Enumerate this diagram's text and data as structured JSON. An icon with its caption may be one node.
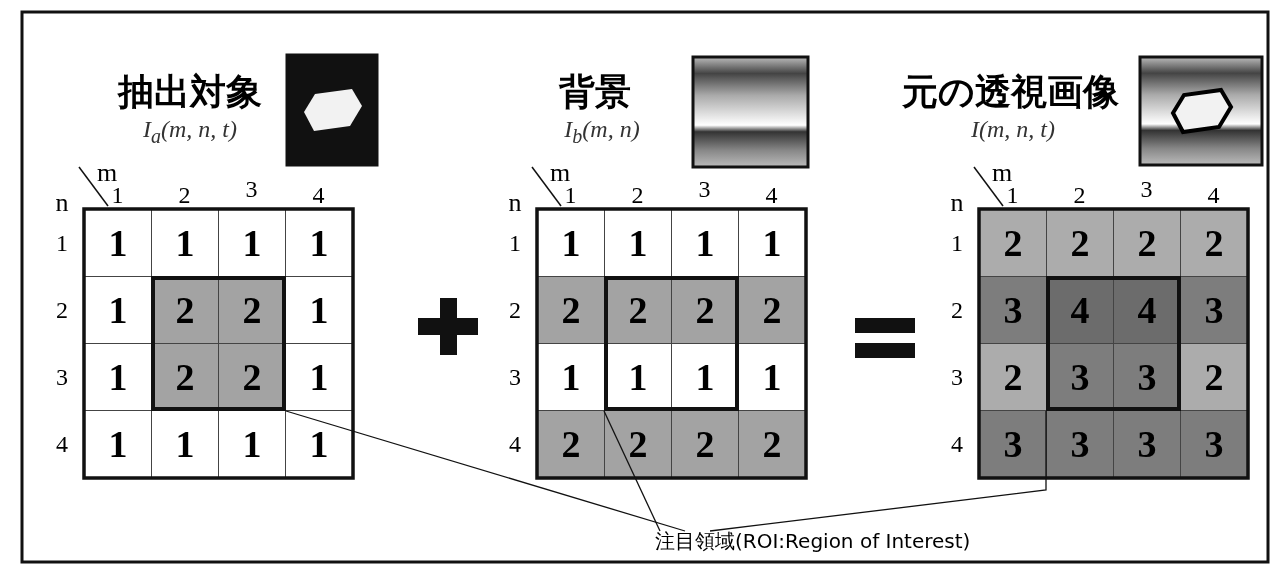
{
  "diagram": {
    "nodes": [
      {
        "text": [],
        "shape": "box"
      },
      {
        "text": [],
        "shape": "box"
      },
      {
        "text": [],
        "shape": "box"
      },
      {
        "text": [
          "注目領域(ROI:Region of Interest)"
        ]
      }
    ],
    "edges": [
      {
        "from": 3,
        "to": 0,
        "arrow": "none"
      },
      {
        "from": 3,
        "to": 1,
        "arrow": "none"
      },
      {
        "from": 3,
        "to": 2,
        "arrow": "none"
      }
    ],
    "labels": [
      "抽出対象",
      "I$_{a}$(m, n, t)",
      "m",
      "n",
      "1",
      "2",
      "3",
      "4",
      "1",
      "1",
      "1",
      "1",
      "1",
      "2",
      "1",
      "2",
      "2",
      "1",
      "3",
      "1",
      "2",
      "2",
      "1",
      "4",
      "1",
      "1",
      "1",
      "1",
      "背景",
      "I$_{b}$(m, n)",
      "m",
      "n",
      "1",
      "2",
      "3",
      "4",
      "1",
      "1",
      "1",
      "1",
      "1",
      "2",
      "2",
      "2",
      "2",
      "2",
      "3",
      "1",
      "1",
      "1",
      "1",
      "4",
      "2",
      "2",
      "2",
      "2",
      "元の透視画像",
      "I(m, n, t)",
      "m",
      "n",
      "1",
      "2",
      "3",
      "4",
      "1",
      "2",
      "2",
      "2",
      "2",
      "2",
      "3",
      "4",
      "4",
      "3",
      "3",
      "2",
      "3",
      "3",
      "2",
      "4",
      "3",
      "3",
      "3",
      "3"
    ]
  }
}
